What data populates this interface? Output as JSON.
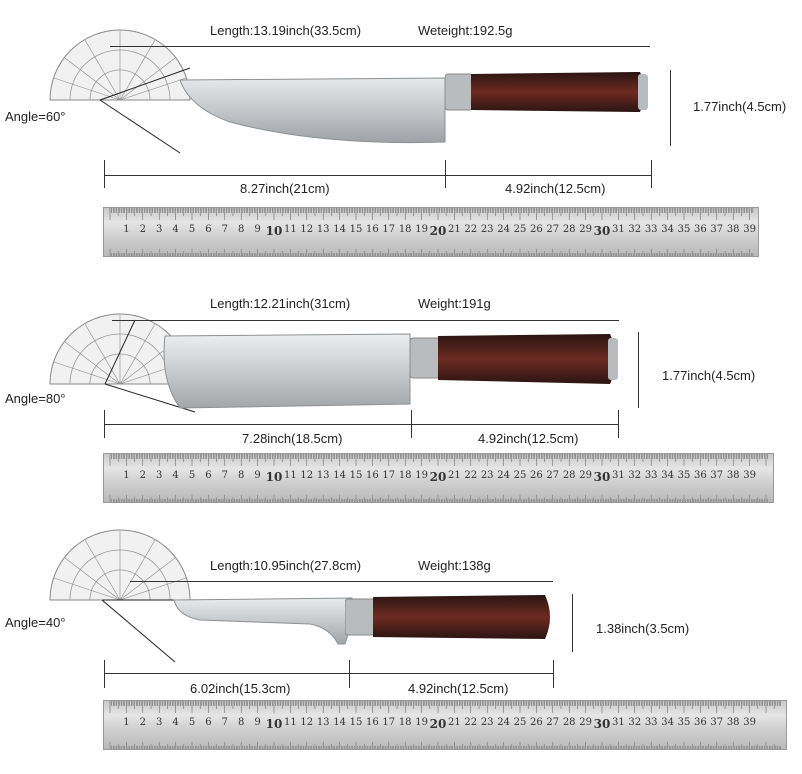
{
  "knives": [
    {
      "length_label": "Length:13.19inch(33.5cm)",
      "weight_label": "Weteight:192.5g",
      "angle_label": "Angle=60°",
      "height_label": "1.77inch(4.5cm)",
      "blade_label": "8.27inch(21cm)",
      "handle_label": "4.92inch(12.5cm)"
    },
    {
      "length_label": "Length:12.21inch(31cm)",
      "weight_label": "Weight:191g",
      "angle_label": "Angle=80°",
      "height_label": "1.77inch(4.5cm)",
      "blade_label": "7.28inch(18.5cm)",
      "handle_label": "4.92inch(12.5cm)"
    },
    {
      "length_label": "Length:10.95inch(27.8cm)",
      "weight_label": "Weight:138g",
      "angle_label": "Angle=40°",
      "height_label": "1.38inch(3.5cm)",
      "blade_label": "6.02inch(15.3cm)",
      "handle_label": "4.92inch(12.5cm)"
    }
  ],
  "ruler_numbers": [
    "1",
    "2",
    "3",
    "4",
    "5",
    "6",
    "7",
    "8",
    "9",
    "10",
    "11",
    "12",
    "13",
    "14",
    "15",
    "16",
    "17",
    "18",
    "19",
    "20",
    "21",
    "22",
    "23",
    "24",
    "25",
    "26",
    "27",
    "28",
    "29",
    "30",
    "31",
    "32",
    "33",
    "34",
    "35",
    "36",
    "37",
    "38",
    "39"
  ],
  "colors": {
    "handle_dark": "#3a1d1a",
    "handle_red": "#6e2a22",
    "steel": "#c8cbcd",
    "bolster": "#b9bcbf"
  }
}
